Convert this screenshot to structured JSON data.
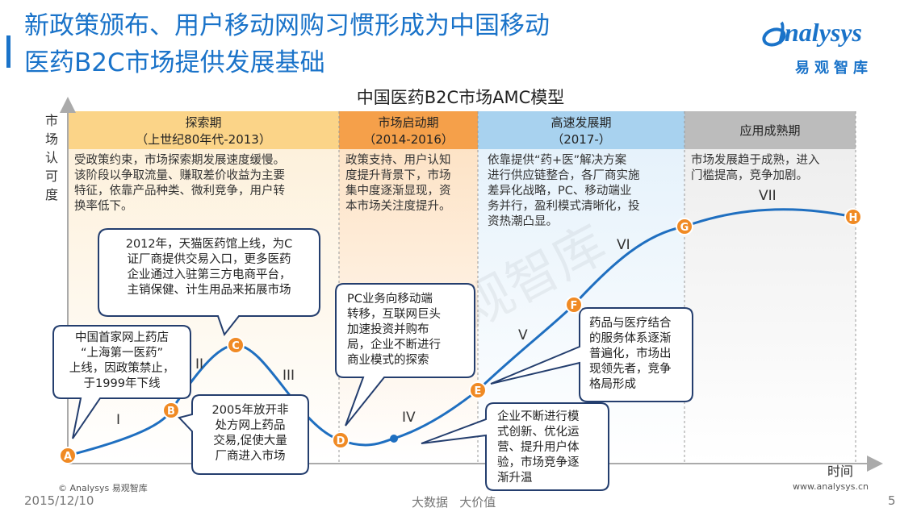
{
  "title_lines": [
    "新政策颁布、用户移动网购习惯形成为中国移动",
    "医药B2C市场提供发展基础"
  ],
  "logo": {
    "word": "nalysys",
    "cn": "易观智库"
  },
  "diagram_title": "中国医药B2C市场AMC模型",
  "y_label": "市场认可度",
  "x_label": "时间",
  "phases": [
    {
      "name": "探索期",
      "period": "（上世纪80年代-2013）",
      "color": "#fbd488",
      "desc": [
        "受政策约束，市场探索期发展速度缓慢。",
        "该阶段以争取流量、赚取差价收益为主要",
        "特征，依靠产品种类、微利竞争，用户转",
        "换率低下。"
      ]
    },
    {
      "name": "市场启动期",
      "period": "（2014-2016）",
      "color": "#f5a04a",
      "desc": [
        "政策支持、用户认知",
        "度提升背景下，市场",
        "集中度逐渐显现，资",
        "本市场关注度提升。"
      ]
    },
    {
      "name": "高速发展期",
      "period": "（2017-）",
      "color": "#a8d2ef",
      "desc": [
        "依靠提供“药+医”解决方案",
        "进行供应链整合，各厂商实施",
        "差异化战略，PC、移动端业",
        "务并行，盈利模式清晰化，投",
        "资热潮凸显。"
      ]
    },
    {
      "name": "应用成熟期",
      "period": "",
      "color": "#bcbcbc",
      "desc": [
        "市场发展趋于成熟，进入",
        "门槛提高，竞争加剧。"
      ]
    }
  ],
  "points": [
    "A",
    "B",
    "C",
    "D",
    "E",
    "F",
    "G",
    "H"
  ],
  "roman": [
    "I",
    "II",
    "III",
    "IV",
    "V",
    "VI",
    "VII"
  ],
  "callouts": {
    "tianmao": [
      "2012年，天猫医药馆上线，为C",
      "证厂商提供交易入口，更多医药",
      "企业通过入驻第三方电商平台，",
      "主销保健、计生用品来拓展市场"
    ],
    "shanghai": [
      "中国首家网上药店",
      "“上海第一医药”",
      "上线，因政策禁止，",
      "于1999年下线"
    ],
    "y2005": [
      "2005年放开非",
      "处方网上药品",
      "交易,促使大量",
      "厂商进入市场"
    ],
    "pc_mobile": [
      "PC业务向移动端",
      "转移，互联网巨头",
      "加速投资并购布",
      "局，企业不断进行",
      "商业模式的探索"
    ],
    "integration": [
      "药品与医疗结合",
      "的服务体系逐渐",
      "普遍化，市场出",
      "现领先者，竞争",
      "格局形成"
    ],
    "innovation": [
      "企业不断进行模",
      "式创新、优化运",
      "营、提升用户体",
      "验，市场竞争逐",
      "渐升温"
    ]
  },
  "watermark": "易观智库",
  "footer": {
    "copyright": "© Analysys 易观智库",
    "website": "www.analysys.cn",
    "date": "2015/12/10",
    "slogan": "大数据   大价值",
    "page": "5"
  },
  "colors": {
    "accent": "#1a73c9",
    "point": "#f08a24",
    "callout_border": "#243e6e"
  }
}
